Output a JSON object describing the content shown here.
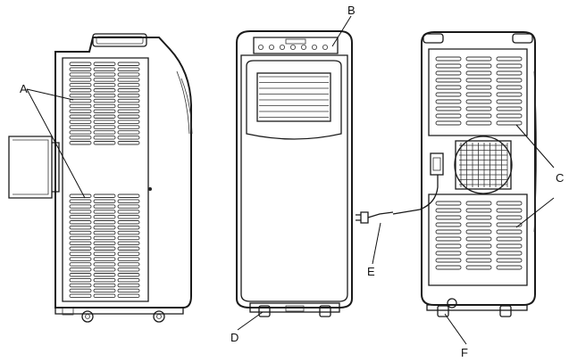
{
  "labels": {
    "a": "A",
    "b": "B",
    "c": "C",
    "d": "D",
    "e": "E",
    "f": "F"
  },
  "icons": {
    "side_view": "air-conditioner-side-view-icon",
    "front_view": "air-conditioner-front-view-icon",
    "rear_view": "air-conditioner-rear-view-icon"
  }
}
